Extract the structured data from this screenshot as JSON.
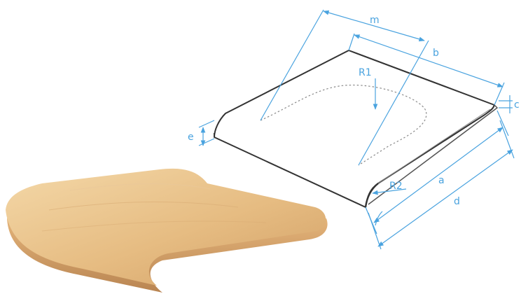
{
  "colors": {
    "background": "#ffffff",
    "dimension_line": "#4aa3df",
    "outline": "#333333",
    "hidden_line": "#8a8a8a",
    "wood_light": "#f2d4a2",
    "wood_mid": "#e2b57a",
    "wood_dark": "#c9935a",
    "seat_top": "#ffffff"
  },
  "labels": {
    "m": "m",
    "b": "b",
    "R1": "R1",
    "c": "c",
    "e": "e",
    "a": "a",
    "R2": "R2",
    "d": "d"
  }
}
